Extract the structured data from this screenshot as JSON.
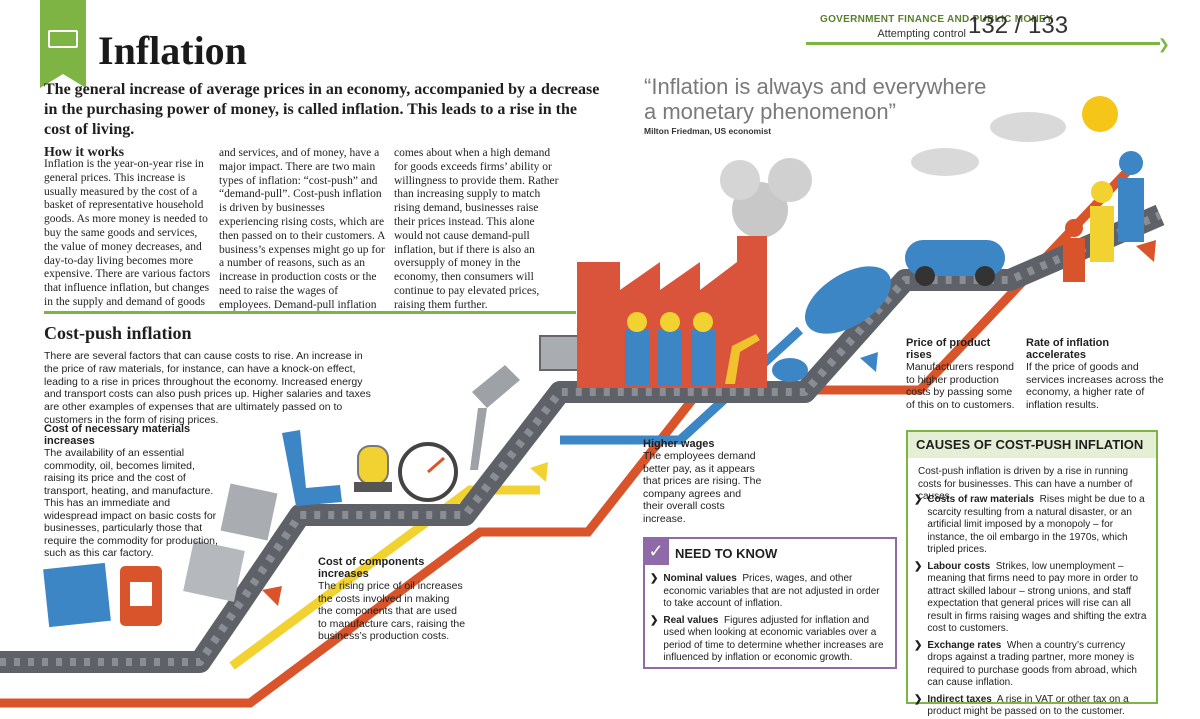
{
  "header": {
    "section": "GOVERNMENT FINANCE AND PUBLIC MONEY",
    "subsection": "Attempting control",
    "pages": "132 / 133"
  },
  "title": "Inflation",
  "intro": "The general increase of average prices in an economy, accompanied by a decrease in the purchasing power of money, is called inflation. This leads to a rise in the cost of living.",
  "how_it_works": {
    "heading": "How it works",
    "col1": "Inflation is the year-on-year rise in general prices. This increase is usually measured by the cost of a basket of representative household goods. As more money is needed to buy the same goods and services, the value of money decreases, and day-to-day living becomes more expensive. There are various factors that influence inflation, but changes in the supply and demand of goods",
    "col2": "and services, and of money, have a major impact. There are two main types of inflation: “cost-push” and “demand-pull”. Cost-push inflation is driven by businesses experiencing rising costs, which are then passed on to their customers. A business’s expenses might go up for a number of reasons, such as an increase in production costs or the need to raise the wages of employees. Demand-pull inflation",
    "col3": "comes about when a high demand for goods exceeds firms’ ability or willingness to provide them. Rather than increasing supply to match rising demand, businesses raise their prices instead. This alone would not cause demand-pull inflation, but if there is also an oversupply of money in the economy, then consumers will continue to pay elevated prices, raising them further."
  },
  "quote": {
    "text": "“Inflation is always and everywhere a monetary phenomenon”",
    "attribution": "Milton Friedman, US economist"
  },
  "cost_push": {
    "heading": "Cost-push inflation",
    "body": "There are several factors that can cause costs to rise. An increase in the price of raw materials, for instance, can have a knock-on effect, leading to a rise in prices throughout the economy. Increased energy and transport costs can also push prices up. Higher salaries and taxes are other examples of expenses that are ultimately passed on to customers in the form of rising prices."
  },
  "annotations": {
    "materials": {
      "title": "Cost of necessary materials increases",
      "body": "The availability of an essential commodity, oil, becomes limited, raising its price and the cost of transport, heating, and manufacture. This has an immediate and widespread impact on basic costs for businesses, particularly those that require the commodity for production, such as this car factory."
    },
    "components": {
      "title": "Cost of components increases",
      "body": "The rising price of oil increases the costs involved in making the components that are used to manufacture cars, raising the business’s production costs."
    },
    "wages": {
      "title": "Higher wages",
      "body": "The employees demand better pay, as it appears that prices are rising. The company agrees and their overall costs increase."
    },
    "product_price": {
      "title": "Price of product rises",
      "body": "Manufacturers respond to higher production costs by passing some of this on to customers."
    },
    "inflation_rate": {
      "title": "Rate of inflation accelerates",
      "body": "If the price of goods and services increases across the economy, a higher rate of inflation results."
    }
  },
  "need_to_know": {
    "title": "NEED TO KNOW",
    "items": [
      {
        "term": "Nominal values",
        "text": "Prices, wages, and other economic variables that are not adjusted in order to take account of inflation."
      },
      {
        "term": "Real values",
        "text": "Figures adjusted for inflation and used when looking at economic variables over a period of time to determine whether increases are influenced by inflation or economic growth."
      }
    ]
  },
  "causes": {
    "title": "CAUSES OF COST-PUSH INFLATION",
    "intro": "Cost-push inflation is driven by a rise in running costs for businesses. This can have a number of causes.",
    "items": [
      {
        "term": "Costs of raw materials",
        "text": "Rises might be due to a scarcity resulting from a natural disaster, or an artificial limit imposed by a monopoly – for instance, the oil embargo in the 1970s, which tripled prices."
      },
      {
        "term": "Labour costs",
        "text": "Strikes, low unemployment – meaning that firms need to pay more in order to attract skilled labour – strong unions, and staff expectation that general prices will rise can all result in firms raising wages and shifting the extra cost to customers."
      },
      {
        "term": "Exchange rates",
        "text": "When a country’s currency drops against a trading partner, more money is required to purchase goods from abroad, which can cause inflation."
      },
      {
        "term": "Indirect taxes",
        "text": "A rise in VAT or other tax on a product might be passed on to the customer."
      }
    ]
  },
  "colors": {
    "green": "#7eb443",
    "red": "#d9542b",
    "yellow": "#f2d230",
    "blue": "#3d86c6",
    "conveyor": "#5e6268",
    "purple": "#8f6aa8",
    "factory": "#d9543a"
  }
}
